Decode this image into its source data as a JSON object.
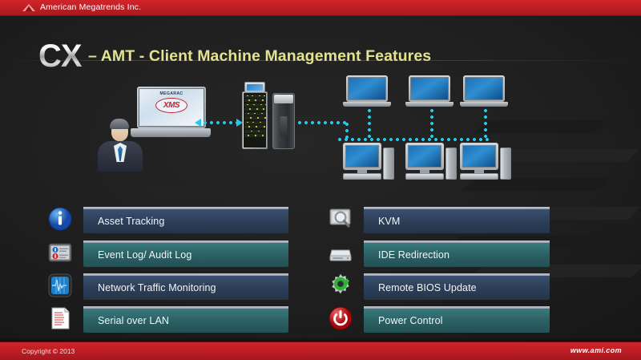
{
  "brand": {
    "company": "American Megatrends Inc.",
    "logo_icon": "ami-triangle-logo",
    "header_color": "#c01f25",
    "accent_title_color": "#e3e392",
    "network_color": "#25c8e6"
  },
  "title": {
    "prefix": "CX",
    "separator": "–",
    "text": "AMT - Client Machine Management Features"
  },
  "diagram": {
    "admin_label": "administrator",
    "laptop_brand": "MEGARAC",
    "laptop_product": "XMS",
    "server_label": "server-rack",
    "tower_label": "server-tower",
    "clients_laptops": 3,
    "clients_desktops": 3
  },
  "features": {
    "left": [
      {
        "label": "Asset Tracking",
        "icon": "info-circle-icon",
        "theme": "navy"
      },
      {
        "label": "Event Log/ Audit Log",
        "icon": "event-log-icon",
        "theme": "teal"
      },
      {
        "label": "Network Traffic Monitoring",
        "icon": "network-monitor-icon",
        "theme": "navy"
      },
      {
        "label": "Serial over LAN",
        "icon": "document-lines-icon",
        "theme": "teal"
      }
    ],
    "right": [
      {
        "label": "KVM",
        "icon": "monitor-magnifier-icon",
        "theme": "navy"
      },
      {
        "label": "IDE Redirection",
        "icon": "hard-drive-icon",
        "theme": "teal"
      },
      {
        "label": "Remote BIOS Update",
        "icon": "gear-refresh-icon",
        "theme": "navy"
      },
      {
        "label": "Power Control",
        "icon": "power-button-icon",
        "theme": "teal"
      }
    ]
  },
  "footer": {
    "copyright": "Copyright © 2013",
    "url": "www.ami.com"
  }
}
